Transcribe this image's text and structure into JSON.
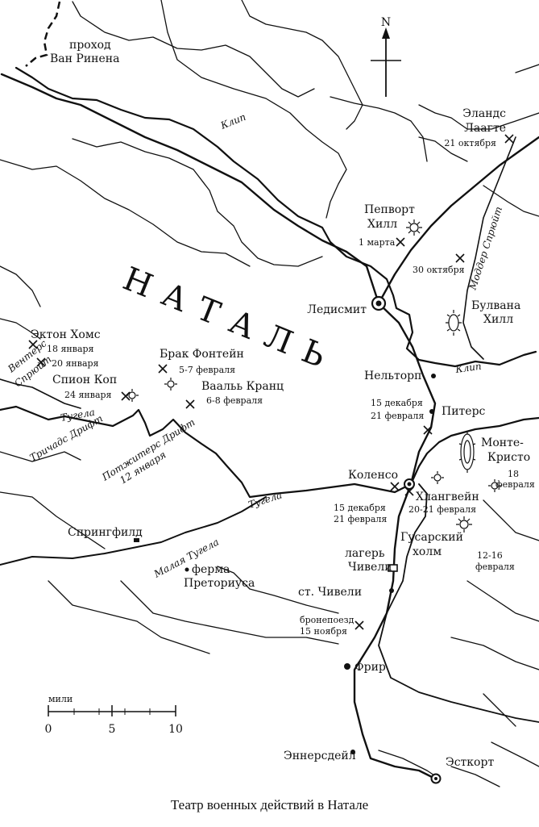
{
  "caption": "Театр военных действий в Натале",
  "region": "Н А Т А Л Ь",
  "compass": "N",
  "scale": {
    "unit": "мили",
    "ticks": [
      "0",
      "5",
      "10"
    ]
  },
  "towns": {
    "ladysmith": "Ледисмит",
    "nelthorpe": "Нельторп",
    "pieters": "Питерс",
    "colenso": "Коленсо",
    "springfield": "Спрингфилд",
    "chieveley": "ст. Чивели",
    "frere": "Фрир",
    "estcourt": "Эсткорт",
    "ennersdale": "Эннерсдейл"
  },
  "places": {
    "van_reenen_1": "проход",
    "van_reenen_2": "Ван Ринена",
    "elandslaagte_1": "Эландс",
    "elandslaagte_2": "Лаагте",
    "pepworth_1": "Пепворт",
    "pepworth_2": "Хилл",
    "bulwana_1": "Булвана",
    "bulwana_2": "Хилл",
    "acton_homes": "Эктон Хомс",
    "brakfontein": "Брак Фонтейн",
    "spion_kop": "Спион Коп",
    "vaal_krantz": "Ваальь Кранц",
    "monte_cristo_1": "Монте-",
    "monte_cristo_2": "Кристо",
    "hlangwane": "Хлангвейн",
    "hussar_hill_1": "Гусарский",
    "hussar_hill_2": "холм",
    "camp_1": "лагерь",
    "camp_2": "Чивели",
    "farm_1": "ферма",
    "farm_2": "Преториуса"
  },
  "rivers": {
    "klip_north": "Клип",
    "klip_east": "Клип",
    "modder": "Моддер Спрюйт",
    "venters_1": "Вентерс",
    "venters_2": "Спрюйт",
    "tugela_west": "Тугела",
    "tugela_mid": "Тугела",
    "trichardts": "Тричадс Дрифт",
    "potgieters_1": "Потжитерс Дрифт",
    "potgieters_2": "12 января",
    "little_tugela": "Малая Тугела"
  },
  "dates": {
    "elandslaagte": "21 октября",
    "pepworth": "1 марта",
    "modder": "30 октября",
    "acton_1": "18 января",
    "acton_2": "20 января",
    "spion_kop": "24 января",
    "brakfontein": "5-7 февраля",
    "vaal_krantz": "6-8 февраля",
    "pieters_1": "15 декабря",
    "pieters_2": "21 февраля",
    "monte_cristo_1": "18",
    "monte_cristo_2": "февраля",
    "hlangwane": "20-21 февраля",
    "colenso_1": "15 декабря",
    "colenso_2": "21 февраля",
    "hussar_1": "12-16",
    "hussar_2": "февраля",
    "train_1": "бронепоезд",
    "train_2": "15 ноября"
  }
}
